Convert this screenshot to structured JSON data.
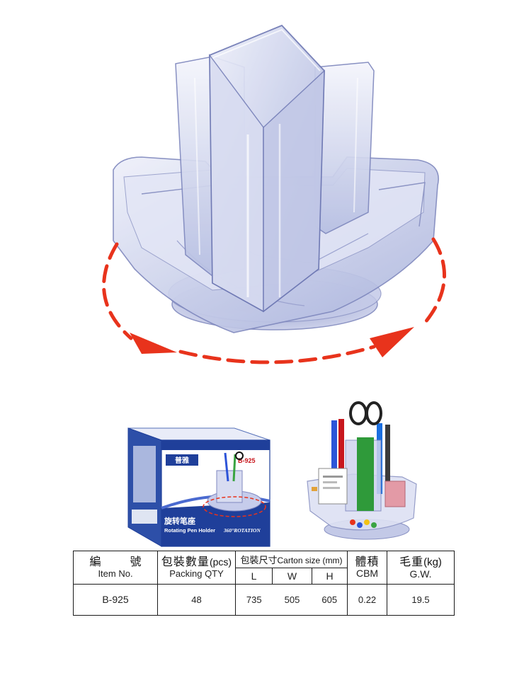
{
  "box": {
    "brand": "普雅",
    "model": "B-925",
    "name_cn": "旋转笔座",
    "name_en": "Rotating Pen Holder",
    "rotation": "360°ROTATION"
  },
  "table": {
    "item_no": {
      "cn": "編 號",
      "en": "Item No.",
      "value": "B-925"
    },
    "packing_qty": {
      "cn": "包裝數量",
      "unit": "(pcs)",
      "en": "Packing QTY",
      "value": "48"
    },
    "carton_size": {
      "cn": "包裝尺寸",
      "en": "Carton size",
      "unit": "(mm)",
      "columns": [
        {
          "label": "L",
          "value": "735"
        },
        {
          "label": "W",
          "value": "505"
        },
        {
          "label": "H",
          "value": "605"
        }
      ]
    },
    "volume": {
      "cn": "體積",
      "en": "CBM",
      "value": "0.22"
    },
    "gross_weight": {
      "cn": "毛重",
      "unit": "(kg)",
      "en": "G.W.",
      "value": "19.5"
    }
  },
  "colors": {
    "arrow": "#e8331c",
    "acrylic": "#b8c2e6",
    "box_blue": "#1f3f9a"
  }
}
